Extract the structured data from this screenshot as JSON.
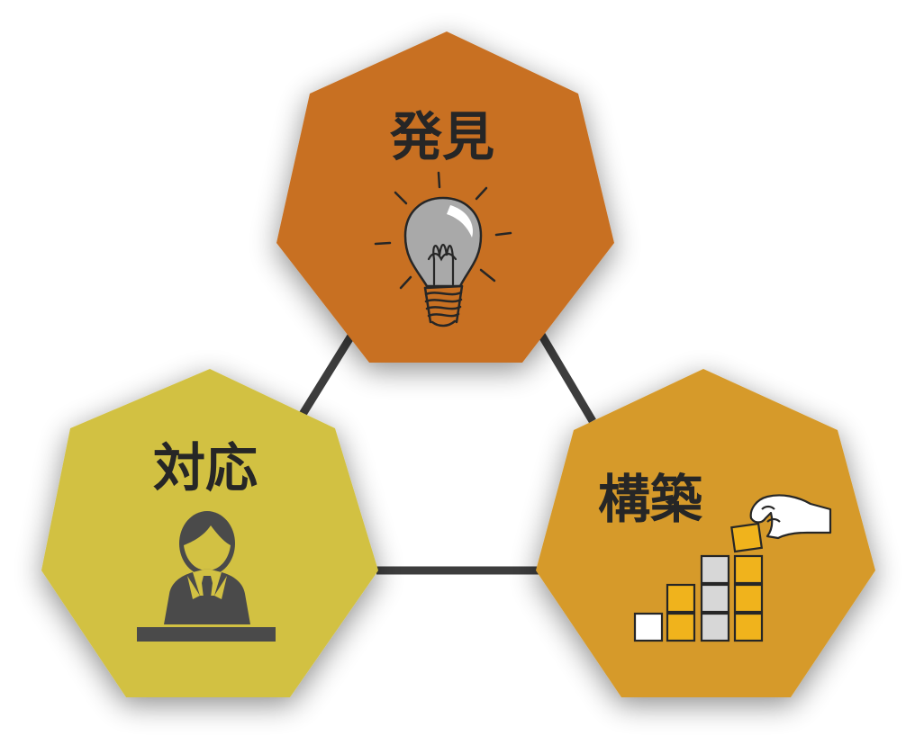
{
  "diagram": {
    "nodes": [
      {
        "id": "discovery",
        "label": "発見",
        "color": "#c87022",
        "icon": "lightbulb-icon"
      },
      {
        "id": "response",
        "label": "対応",
        "color": "#d2c143",
        "icon": "businessman-at-desk-icon"
      },
      {
        "id": "construction",
        "label": "構築",
        "color": "#d69a2c",
        "icon": "stacking-blocks-icon"
      }
    ],
    "connectors": [
      {
        "from": "discovery",
        "to": "response"
      },
      {
        "from": "discovery",
        "to": "construction"
      },
      {
        "from": "response",
        "to": "construction"
      }
    ],
    "colors": {
      "connector": "#3d3d3d",
      "icon_dark": "#4a4a4a",
      "icon_line": "#262626",
      "bulb_glass": "#a9a9a9",
      "block_yellow": "#f0b31c",
      "block_gray": "#d7d7d7",
      "block_white": "#ffffff"
    }
  }
}
